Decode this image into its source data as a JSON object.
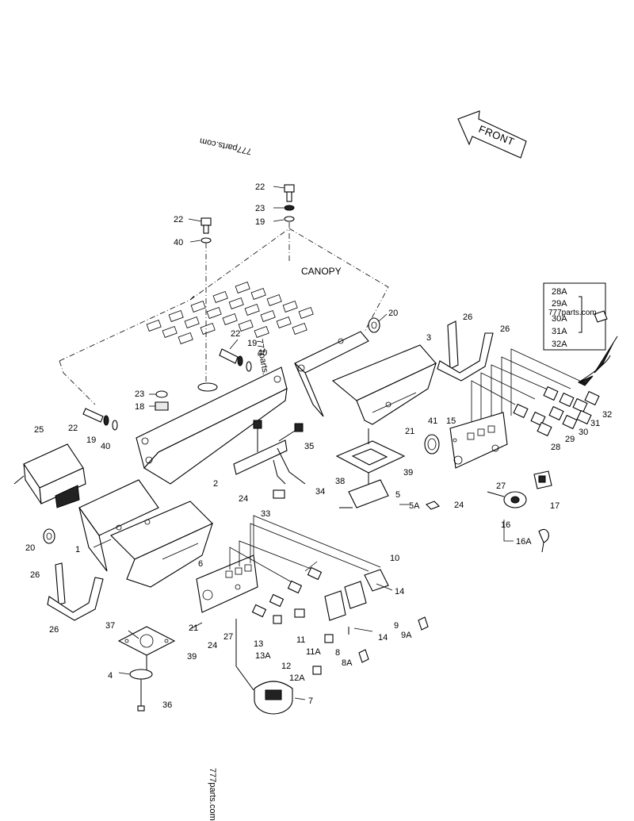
{
  "watermark_top": "777parts.com",
  "watermark_mid": "777parts.com",
  "watermark_inset": "777parts.com",
  "watermark_bottom": "777parts.com",
  "front_label": "FRONT",
  "canopy_label": "CANOPY",
  "inset_labels": [
    "28A",
    "29A",
    "30A",
    "31A",
    "32A"
  ],
  "callouts": [
    {
      "id": "22a",
      "text": "22"
    },
    {
      "id": "23a",
      "text": "23"
    },
    {
      "id": "19a",
      "text": "19"
    },
    {
      "id": "22b",
      "text": "22"
    },
    {
      "id": "40a",
      "text": "40"
    },
    {
      "id": "22c",
      "text": "22"
    },
    {
      "id": "19b",
      "text": "19"
    },
    {
      "id": "40b",
      "text": "40"
    },
    {
      "id": "23b",
      "text": "23"
    },
    {
      "id": "18",
      "text": "18"
    },
    {
      "id": "22d",
      "text": "22"
    },
    {
      "id": "19c",
      "text": "19"
    },
    {
      "id": "40c",
      "text": "40"
    },
    {
      "id": "25",
      "text": "25"
    },
    {
      "id": "2",
      "text": "2"
    },
    {
      "id": "3",
      "text": "3"
    },
    {
      "id": "20a",
      "text": "20"
    },
    {
      "id": "26a",
      "text": "26"
    },
    {
      "id": "26b",
      "text": "26"
    },
    {
      "id": "35",
      "text": "35"
    },
    {
      "id": "34",
      "text": "34"
    },
    {
      "id": "24a",
      "text": "24"
    },
    {
      "id": "33",
      "text": "33"
    },
    {
      "id": "21a",
      "text": "21"
    },
    {
      "id": "41",
      "text": "41"
    },
    {
      "id": "15",
      "text": "15"
    },
    {
      "id": "39a",
      "text": "39"
    },
    {
      "id": "38",
      "text": "38"
    },
    {
      "id": "5",
      "text": "5"
    },
    {
      "id": "5A",
      "text": "5A"
    },
    {
      "id": "24b",
      "text": "24"
    },
    {
      "id": "27a",
      "text": "27"
    },
    {
      "id": "17",
      "text": "17"
    },
    {
      "id": "16",
      "text": "16"
    },
    {
      "id": "16A",
      "text": "16A"
    },
    {
      "id": "28",
      "text": "28"
    },
    {
      "id": "29",
      "text": "29"
    },
    {
      "id": "30",
      "text": "30"
    },
    {
      "id": "31",
      "text": "31"
    },
    {
      "id": "32",
      "text": "32"
    },
    {
      "id": "20b",
      "text": "20"
    },
    {
      "id": "1",
      "text": "1"
    },
    {
      "id": "26c",
      "text": "26"
    },
    {
      "id": "26d",
      "text": "26"
    },
    {
      "id": "6",
      "text": "6"
    },
    {
      "id": "10",
      "text": "10"
    },
    {
      "id": "14a",
      "text": "14"
    },
    {
      "id": "9",
      "text": "9"
    },
    {
      "id": "9A",
      "text": "9A"
    },
    {
      "id": "14b",
      "text": "14"
    },
    {
      "id": "11",
      "text": "11"
    },
    {
      "id": "11A",
      "text": "11A"
    },
    {
      "id": "8",
      "text": "8"
    },
    {
      "id": "8A",
      "text": "8A"
    },
    {
      "id": "13",
      "text": "13"
    },
    {
      "id": "13A",
      "text": "13A"
    },
    {
      "id": "12",
      "text": "12"
    },
    {
      "id": "12A",
      "text": "12A"
    },
    {
      "id": "24c",
      "text": "24"
    },
    {
      "id": "27b",
      "text": "27"
    },
    {
      "id": "21b",
      "text": "21"
    },
    {
      "id": "37",
      "text": "37"
    },
    {
      "id": "39b",
      "text": "39"
    },
    {
      "id": "4",
      "text": "4"
    },
    {
      "id": "36",
      "text": "36"
    },
    {
      "id": "7",
      "text": "7"
    }
  ]
}
